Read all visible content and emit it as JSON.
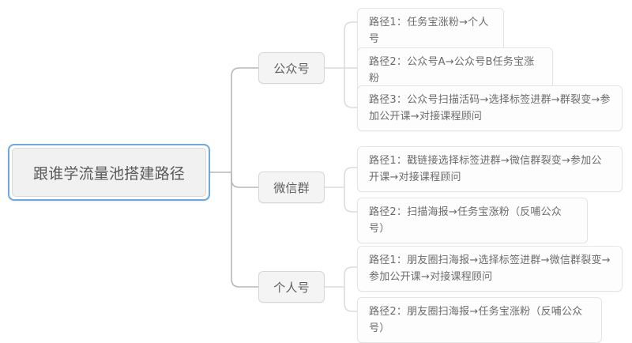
{
  "diagram": {
    "type": "mind-map",
    "orientation": "left-to-right",
    "colors": {
      "root_border": "#6fa8dc",
      "root_fill": "#f1f1f1",
      "branch_border": "#d6d6d6",
      "branch_fill": "#f4f4f4",
      "leaf_border": "#e4e4e4",
      "leaf_fill": "#fdfdfd",
      "connector_level1": "#b8b8b8",
      "connector_level2": "#dcdcdc",
      "text": "#666666",
      "background": "#ffffff"
    },
    "root": {
      "label": "跟谁学流量池搭建路径"
    },
    "branches": [
      {
        "id": "gongzhonghao",
        "label": "公众号",
        "leaves": [
          {
            "id": "gzh-path-1",
            "label": "路径1：任务宝涨粉→个人号"
          },
          {
            "id": "gzh-path-2",
            "label": "路径2：公众号A→公众号B任务宝涨粉"
          },
          {
            "id": "gzh-path-3",
            "label": "路径3：公众号扫描活码→选择标签进群→群裂变→参加公开课→对接课程顾问"
          }
        ]
      },
      {
        "id": "weixinqun",
        "label": "微信群",
        "leaves": [
          {
            "id": "wxq-path-1",
            "label": "路径1：戳链接选择标签进群→微信群裂变→参加公开课→对接课程顾问"
          },
          {
            "id": "wxq-path-2",
            "label": "路径2：扫描海报→任务宝涨粉（反哺公众号）"
          }
        ]
      },
      {
        "id": "gerenhao",
        "label": "个人号",
        "leaves": [
          {
            "id": "grh-path-1",
            "label": "路径1：朋友圈扫海报→选择标签进群→微信群裂变→参加公开课→对接课程顾问"
          },
          {
            "id": "grh-path-2",
            "label": "路径2：朋友圈扫海报→任务宝涨粉（反哺公众号）"
          }
        ]
      }
    ]
  }
}
